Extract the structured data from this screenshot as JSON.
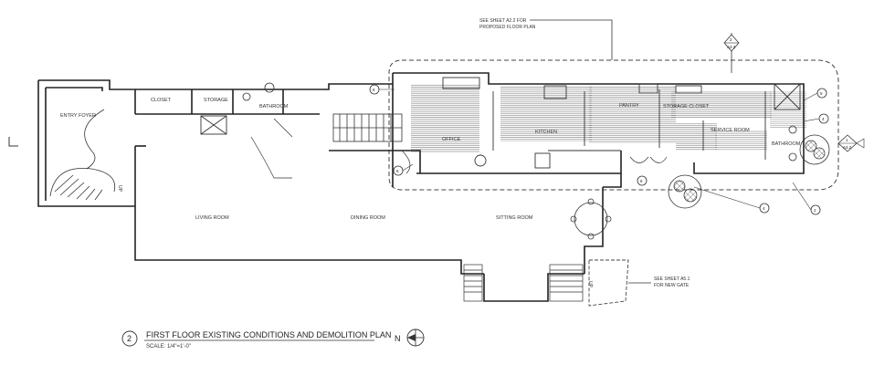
{
  "drawing": {
    "number": "2",
    "title": "FIRST FLOOR EXISTING CONDITIONS AND DEMOLITION PLAN",
    "scale": "SCALE: 1/4\"=1'-0\"",
    "north": "N"
  },
  "rooms": {
    "entry_foyer": "ENTRY FOYER",
    "closet": "CLOSET",
    "storage": "STORAGE",
    "bathroom_main": "BATHROOM",
    "office": "OFFICE",
    "kitchen": "KITCHEN",
    "pantry": "PANTRY",
    "storage_closet": "STORAGE CLOSET",
    "service_room": "SERVICE ROOM",
    "bathroom_rear": "BATHROOM",
    "living_room": "LIVING ROOM",
    "dining_room": "DINING ROOM",
    "sitting_room": "SITTING ROOM"
  },
  "notes": {
    "sheet_a22_line1": "SEE SHEET A2.2 FOR",
    "sheet_a22_line2": "PROPOSED FLOOR PLAN",
    "sheet_a51_line1": "SEE SHEET A5.1",
    "sheet_a51_line2": "FOR NEW GATE",
    "stair_up_left": "UP",
    "stair_up_right": "UP"
  },
  "tags": {
    "section_top_num": "2",
    "section_top_sheet": "A3.2",
    "section_right_num": "1",
    "section_right_sheet": "A3.2",
    "keynote_6": "6",
    "keynote_6b": "6",
    "keynote_6c": "6",
    "keynote_5": "5",
    "keynote_4": "4",
    "keynote_4b": "4",
    "keynote_2": "2"
  }
}
